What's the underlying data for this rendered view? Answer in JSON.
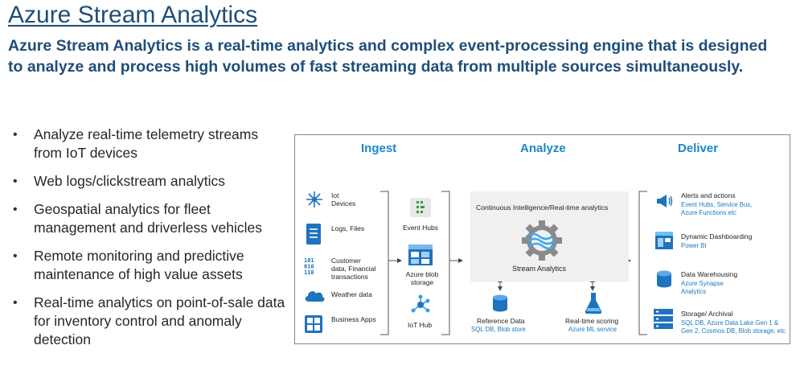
{
  "title": "Azure Stream Analytics",
  "subtitle": "Azure Stream Analytics is a real-time analytics and complex event-processing engine that is designed to analyze and process high volumes of fast streaming data from multiple sources simultaneously.",
  "bullets": [
    "Analyze real-time telemetry streams from IoT devices",
    "Web logs/clickstream analytics",
    "Geospatial analytics for fleet management and driverless vehicles",
    "Remote monitoring and predictive maintenance of high value assets",
    "Real-time analytics on point-of-sale data for inventory control and anomaly detection"
  ],
  "diagram": {
    "headers": {
      "ingest": "Ingest",
      "analyze": "Analyze",
      "deliver": "Deliver"
    },
    "sources": {
      "iot": [
        "Iot",
        "Devices"
      ],
      "logs": "Logs, Files",
      "customer": [
        "Customer",
        "data, Financial",
        "transactions"
      ],
      "weather": "Weather data",
      "business": "Business Apps"
    },
    "ingest": {
      "event_hubs": "Event Hubs",
      "blob": [
        "Azure blob",
        "storage"
      ],
      "iot_hub": "IoT Hub"
    },
    "analyze": {
      "box_title": "Continuous Intelligence/Real-time analytics",
      "engine": "Stream Analytics",
      "reference_title": "Reference Data",
      "reference_sub": "SQL DB, Blob store",
      "scoring_title": "Real-time scoring",
      "scoring_sub": "Azure ML service"
    },
    "deliver": {
      "alerts_title": "Alerts and actions",
      "alerts_sub": [
        "Event Hubs, Service Bus,",
        "Azure Functions etc"
      ],
      "dash_title": "Dynamic Dashboarding",
      "dash_sub": "Power BI",
      "dw_title": "Data Warehousing",
      "dw_sub": [
        "Azure Synapse",
        "Analytics"
      ],
      "storage_title": "Storage/ Archival",
      "storage_sub": [
        "SQL DB, Azure Data Lake Gen 1 &",
        "Gen 2, Cosmos DB, Blob storage, etc"
      ]
    }
  },
  "colors": {
    "title": "#1f4e79",
    "accent": "#1a86c8",
    "icon": "#1e73be",
    "sub": "#1a7ac0"
  }
}
